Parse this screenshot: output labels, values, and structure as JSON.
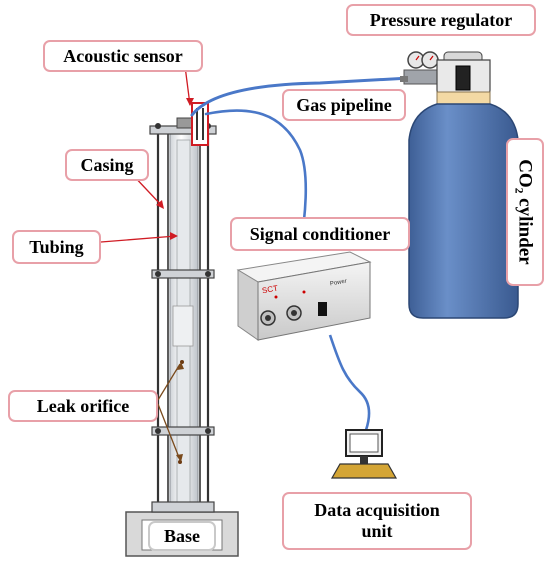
{
  "labels": {
    "pressure_regulator": "Pressure regulator",
    "acoustic_sensor": "Acoustic sensor",
    "gas_pipeline": "Gas pipeline",
    "casing": "Casing",
    "tubing": "Tubing",
    "co2_cylinder": "CO₂ cylinder",
    "signal_conditioner": "Signal conditioner",
    "leak_orifice": "Leak orifice",
    "data_acquisition_line1": "Data acquisition",
    "data_acquisition_line2": "unit",
    "base": "Base",
    "device_brand": "SCT",
    "device_power_text": "Power"
  },
  "colors": {
    "callout_border": "#e8a0a8",
    "pipeline": "#4a78c8",
    "cylinder_body": "#5b7fb8",
    "cylinder_band": "#f3d9a4",
    "pointer_red": "#d01c24",
    "pointer_brown": "#7a4a1c",
    "monitor_base": "#d4a535"
  }
}
